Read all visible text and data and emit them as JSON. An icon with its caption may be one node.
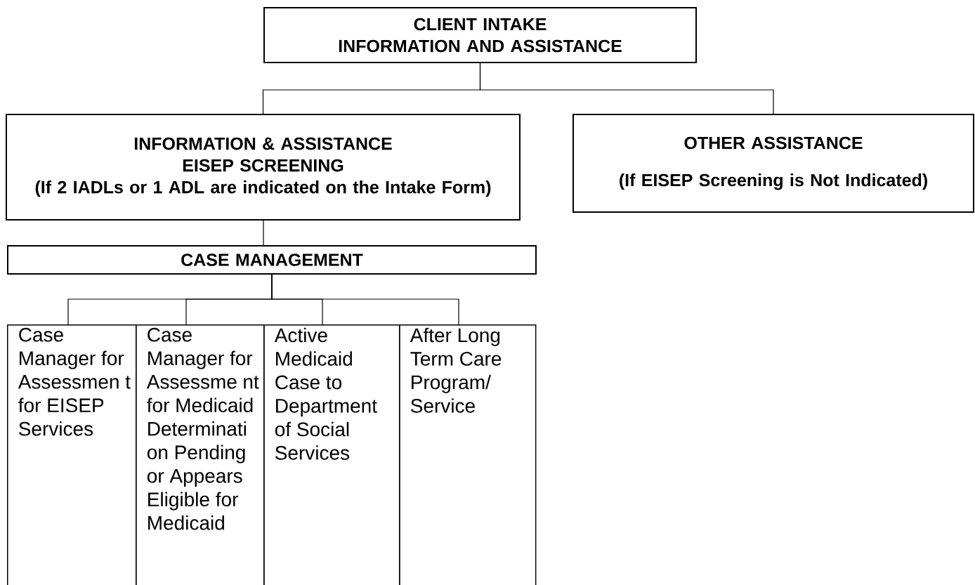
{
  "diagram": {
    "nodes": [
      {
        "text": [
          "CLIENT INTAKE",
          "INFORMATION AND ASSISTANCE"
        ]
      },
      {
        "text": [
          "INFORMATION & ASSISTANCE",
          "EISEP SCREENING",
          "(If 2 IADLs or 1 ADL are indicated on the Intake Form)"
        ]
      },
      {
        "text": [
          "OTHER ASSISTANCE",
          "(If EISEP Screening is Not Indicated)"
        ]
      },
      {
        "text": [
          "CASE MANAGEMENT"
        ]
      },
      {
        "text": [
          "Case Manager for Assessmen t for EISEP Services"
        ]
      },
      {
        "text": [
          "Case Manager for Assessme nt for Medicaid Determinati on Pending or Appears Eligible for Medicaid"
        ]
      },
      {
        "text": [
          "Active Medicaid Case to Department of Social Services"
        ]
      },
      {
        "text": [
          "After Long Term Care Program/ Service"
        ]
      }
    ],
    "edges": [
      {
        "from": 0,
        "to": 1,
        "arrow": "none"
      },
      {
        "from": 0,
        "to": 2,
        "arrow": "none"
      },
      {
        "from": 1,
        "to": 3,
        "arrow": "none"
      },
      {
        "from": 3,
        "to": 4,
        "arrow": "none"
      },
      {
        "from": 3,
        "to": 5,
        "arrow": "none"
      },
      {
        "from": 3,
        "to": 6,
        "arrow": "none"
      },
      {
        "from": 3,
        "to": 7,
        "arrow": "none"
      }
    ]
  }
}
